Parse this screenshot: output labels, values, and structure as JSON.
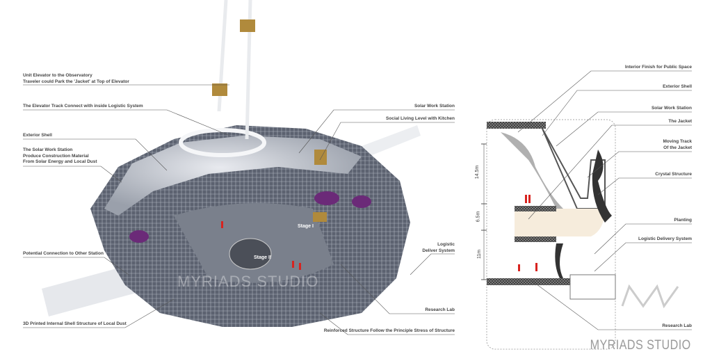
{
  "left_labels": {
    "elevator": [
      "Unit Elevator to the Observatory",
      "Traveler could Park the 'Jacket' at Top of Elevator"
    ],
    "elevator_track": "The Elevator Track Connect with inside Logistic System",
    "exterior_shell": "Exterior Shell",
    "solar_station": [
      "The Solar Work Station",
      "Produce Construction Material",
      "From Solar Energy and Local Dust"
    ],
    "potential_connection": "Potential Connection to Other Station",
    "printed_shell": "3D Printed Internal Shell Structure of Local Dust"
  },
  "center_labels": {
    "solar_work_station": "Solar Work Station",
    "social_living": "Social Living Level with Kitchen",
    "logistic": [
      "Logistic",
      "Deliver System"
    ],
    "research_lab": "Research Lab",
    "reinforced": "Reinforced Structure Follow the Principle Stress of Structure",
    "stage_1": "Stage I",
    "stage_2": "Stage II",
    "watermark": "MYRIADS STUDIO"
  },
  "section_labels": {
    "interior_finish": "Interior Finish for Public Space",
    "exterior_shell": "Exterior Shell",
    "solar_work_station": "Solar Work Station",
    "jacket": "The Jacket",
    "moving_track": [
      "Moving Track",
      "Of the Jacket"
    ],
    "crystal": "Crystal Structure",
    "planting": "Planting",
    "logistic_delivery": "Logistic Delivery System",
    "research_lab": "Research Lab"
  },
  "dimensions": [
    "14.5m",
    "6.5m",
    "11m"
  ],
  "brand": "MYRIADS STUDIO",
  "colors": {
    "accent_red": "#d8231f",
    "gold": "#b08a3c",
    "purple": "#6b2a78"
  }
}
